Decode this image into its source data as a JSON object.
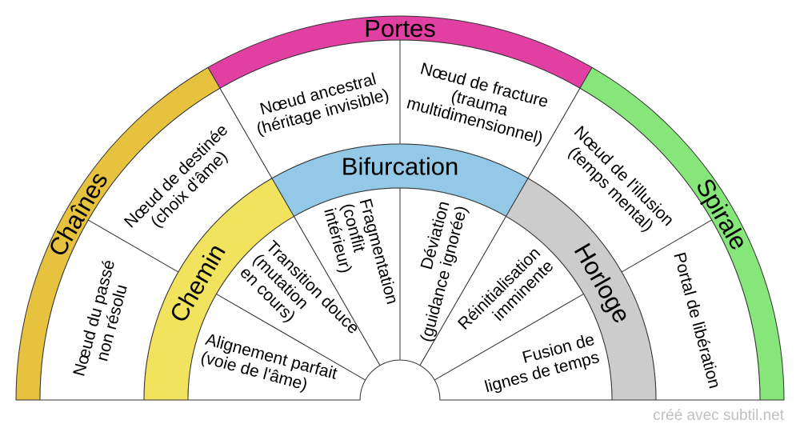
{
  "watermark": "créé avec subtil.net",
  "colors": {
    "stroke": "#333333",
    "text": "#000000",
    "sector_fill": "#ffffff",
    "watermark": "#c0c0c0"
  },
  "rings": {
    "outer_band": [
      {
        "label": "Chaînes",
        "color": "#E7C23F"
      },
      {
        "label": "Portes",
        "color": "#E140A2"
      },
      {
        "label": "Spirale",
        "color": "#86E67A"
      }
    ],
    "outer_sectors": [
      {
        "lines": [
          "Nœud du passé",
          "non résolu"
        ]
      },
      {
        "lines": [
          "Nœud de destinée",
          "(choix d'âme)"
        ]
      },
      {
        "lines": [
          "Nœud ancestral",
          "(héritage invisible)"
        ]
      },
      {
        "lines": [
          "Nœud de fracture",
          "(trauma",
          "multidimensionnel)"
        ]
      },
      {
        "lines": [
          "Nœud de l'illusion",
          "(temps mental)"
        ]
      },
      {
        "lines": [
          "Portal de libération"
        ]
      }
    ],
    "middle_band": [
      {
        "label": "Chemin",
        "color": "#F2E35E"
      },
      {
        "label": "Bifurcation",
        "color": "#93C9E7"
      },
      {
        "label": "Horloge",
        "color": "#CCCCCC"
      }
    ],
    "inner_sectors": [
      {
        "lines": [
          "Alignement parfait",
          "(voie de l'âme)"
        ]
      },
      {
        "lines": [
          "Transition douce",
          "(mutation",
          "en cours)"
        ]
      },
      {
        "lines": [
          "Fragmentation",
          "(conflit",
          "intérieur)"
        ]
      },
      {
        "lines": [
          "Déviation",
          "(guidance ignorée)"
        ]
      },
      {
        "lines": [
          "Réinitialisation",
          "imminente"
        ]
      },
      {
        "lines": [
          "Fusion de",
          "lignes de temps"
        ]
      }
    ]
  }
}
